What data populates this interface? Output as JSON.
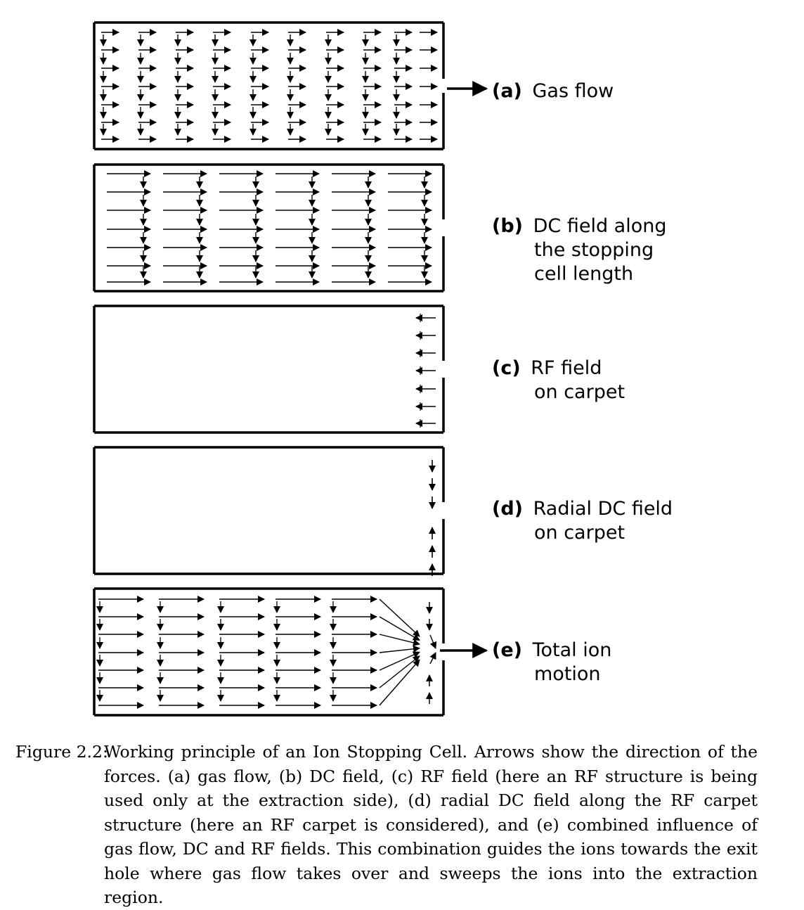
{
  "panels": [
    {
      "id": "a",
      "letter": "(a)",
      "lines": [
        "Gas flow"
      ]
    },
    {
      "id": "b",
      "letter": "(b)",
      "lines": [
        "DC field along",
        "the stopping",
        "cell length"
      ]
    },
    {
      "id": "c",
      "letter": "(c)",
      "lines": [
        "RF field",
        "on carpet"
      ]
    },
    {
      "id": "d",
      "letter": "(d)",
      "lines": [
        "Radial DC field",
        "on carpet"
      ]
    },
    {
      "id": "e",
      "letter": "(e)",
      "lines": [
        "Total ion",
        "motion"
      ]
    }
  ],
  "caption": {
    "label": "Figure 2.2:",
    "text": "Working principle of an Ion Stopping Cell. Arrows show the direction of the forces. (a) gas flow, (b) DC field, (c) RF field (here an RF structure is being used only at the extraction side), (d) radial DC field along the RF carpet structure (here an RF carpet is considered), and (e) combined influence of gas flow, DC and RF fields. This combination guides the ions towards the exit hole where gas flow takes over and sweeps the ions into the extraction region."
  }
}
